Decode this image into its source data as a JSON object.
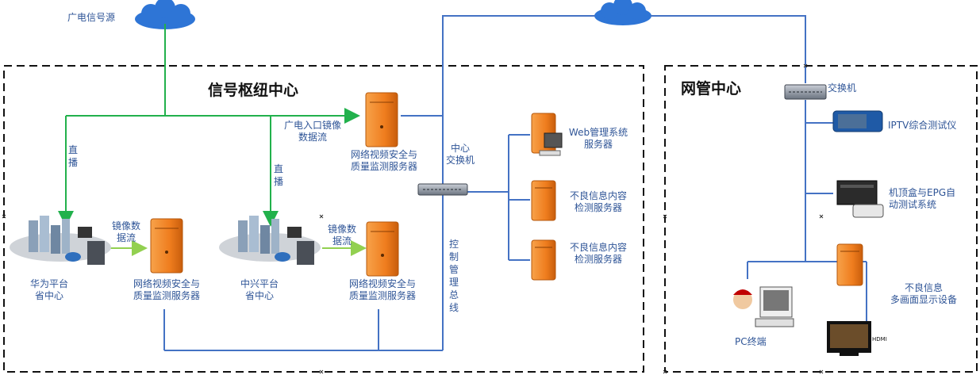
{
  "zones": {
    "signal_hub": "信号枢纽中心",
    "nms_center": "网管中心"
  },
  "labels": {
    "broadcast_source": "广电信号源",
    "live_1": "直播",
    "live_2": "直播",
    "mirror_ingress_1": "广电入口镜像",
    "mirror_ingress_2": "数据流",
    "server_top_1": "网络视频安全与",
    "server_top_2": "质量监测服务器",
    "center_switch_1": "中心",
    "center_switch_2": "交换机",
    "mirror_a_1": "镜像数",
    "mirror_a_2": "据流",
    "mirror_b_1": "镜像数",
    "mirror_b_2": "据流",
    "huawei_1": "华为平台",
    "huawei_2": "省中心",
    "zte_1": "中兴平台",
    "zte_2": "省中心",
    "server_a_1": "网络视频安全与",
    "server_a_2": "质量监测服务器",
    "server_b_1": "网络视频安全与",
    "server_b_2": "质量监测服务器",
    "control_bus": "控制管理总线",
    "web_mgmt_1": "Web管理系统",
    "web_mgmt_2": "服务器",
    "bad_info_1a": "不良信息内容",
    "bad_info_1b": "检测服务器",
    "bad_info_2a": "不良信息内容",
    "bad_info_2b": "检测服务器",
    "switch": "交换机",
    "iptv_tester": "IPTV综合测试仪",
    "stb_epg_1": "机顶盒与EPG自",
    "stb_epg_2": "动测试系统",
    "bad_display_1": "不良信息",
    "bad_display_2": "多画面显示设备",
    "pc_terminal": "PC终端",
    "hdmi": "HDMI"
  },
  "colors": {
    "green_link": "#22b14c",
    "blue_link": "#4472c4",
    "label_blue": "#2f5597",
    "server_orange": "#f28c28",
    "cloud_blue": "#2e75d6"
  }
}
